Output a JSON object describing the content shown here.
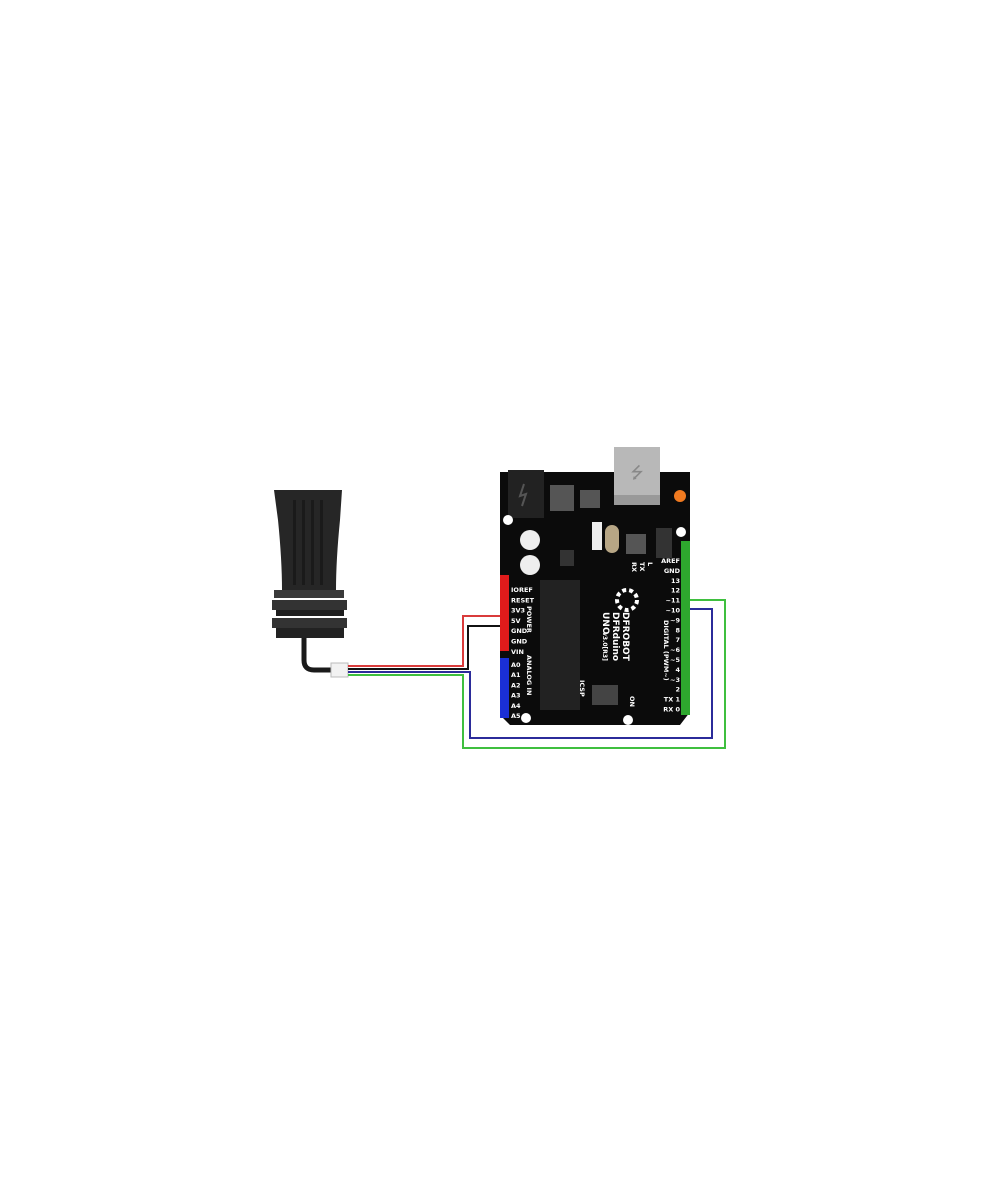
{
  "board": {
    "brand": "DFROBOT",
    "name": "DFRduino",
    "model": "UNO",
    "version": "v3.0[R3]",
    "power_header_label": "POWER",
    "analog_header_label": "ANALOG IN",
    "digital_header_label": "DIGITAL (PWM~)",
    "icsp_label": "ICSP",
    "on_label": "ON",
    "led_labels": [
      "RX",
      "TX",
      "L"
    ],
    "power_pins": [
      "IOREF",
      "RESET",
      "3V3",
      "5V",
      "GND",
      "GND",
      "VIN"
    ],
    "analog_pins": [
      "A0",
      "A1",
      "A2",
      "A3",
      "A4",
      "A5"
    ],
    "digital_pins": [
      "AREF",
      "GND",
      "13",
      "12",
      "~11",
      "~10",
      "~9",
      "8",
      "7",
      "~6",
      "~5",
      "4",
      "~3",
      "2",
      "TX 1",
      "RX 0"
    ]
  },
  "wires": [
    {
      "color": "#d93b3b",
      "from": "sensor",
      "to": "5V"
    },
    {
      "color": "#111111",
      "from": "sensor",
      "to": "GND"
    },
    {
      "color": "#2b2b9a",
      "from": "sensor",
      "to": "~10"
    },
    {
      "color": "#3fbf3f",
      "from": "sensor",
      "to": "~11"
    }
  ],
  "colors": {
    "power_header": "#e01b1b",
    "analog_header": "#1a2fd6",
    "digital_header": "#2ea82e",
    "board": "#0b0b0b"
  }
}
